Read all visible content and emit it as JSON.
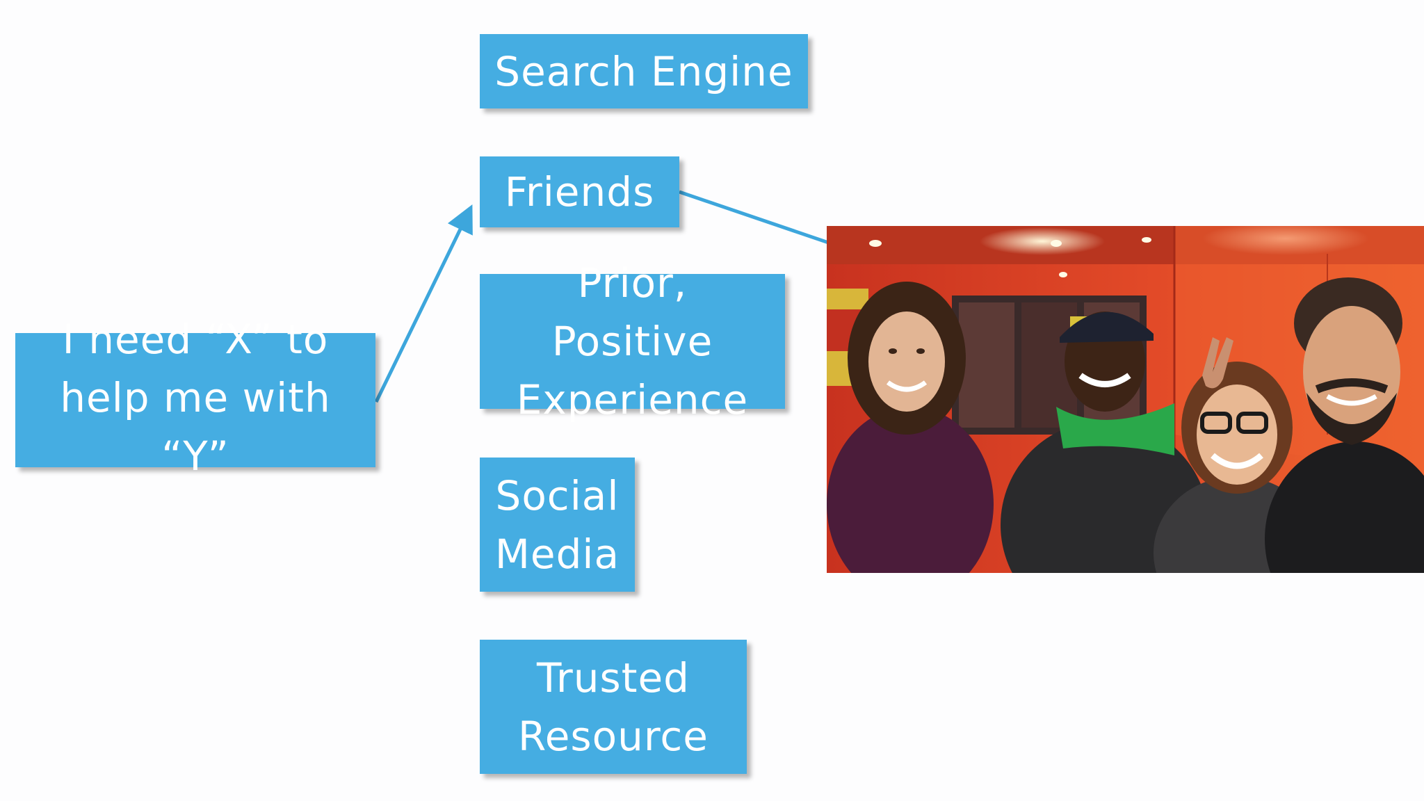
{
  "diagram": {
    "source_box": {
      "lines": [
        "I need “X” to",
        "help me with",
        "“Y”"
      ]
    },
    "options": [
      {
        "id": "search",
        "lines": [
          "Search Engine"
        ]
      },
      {
        "id": "friends",
        "lines": [
          "Friends"
        ]
      },
      {
        "id": "prior",
        "lines": [
          "Prior, Positive",
          "Experience"
        ]
      },
      {
        "id": "social",
        "lines": [
          "Social",
          "Media"
        ]
      },
      {
        "id": "trusted",
        "lines": [
          "Trusted",
          "Resource"
        ]
      }
    ]
  },
  "colors": {
    "box_fill": "#45ade2",
    "arrow": "#3da6dc",
    "text": "#ffffff",
    "wall_orange": "#e8522a"
  },
  "photo": {
    "subject": "group-selfie-photo"
  }
}
